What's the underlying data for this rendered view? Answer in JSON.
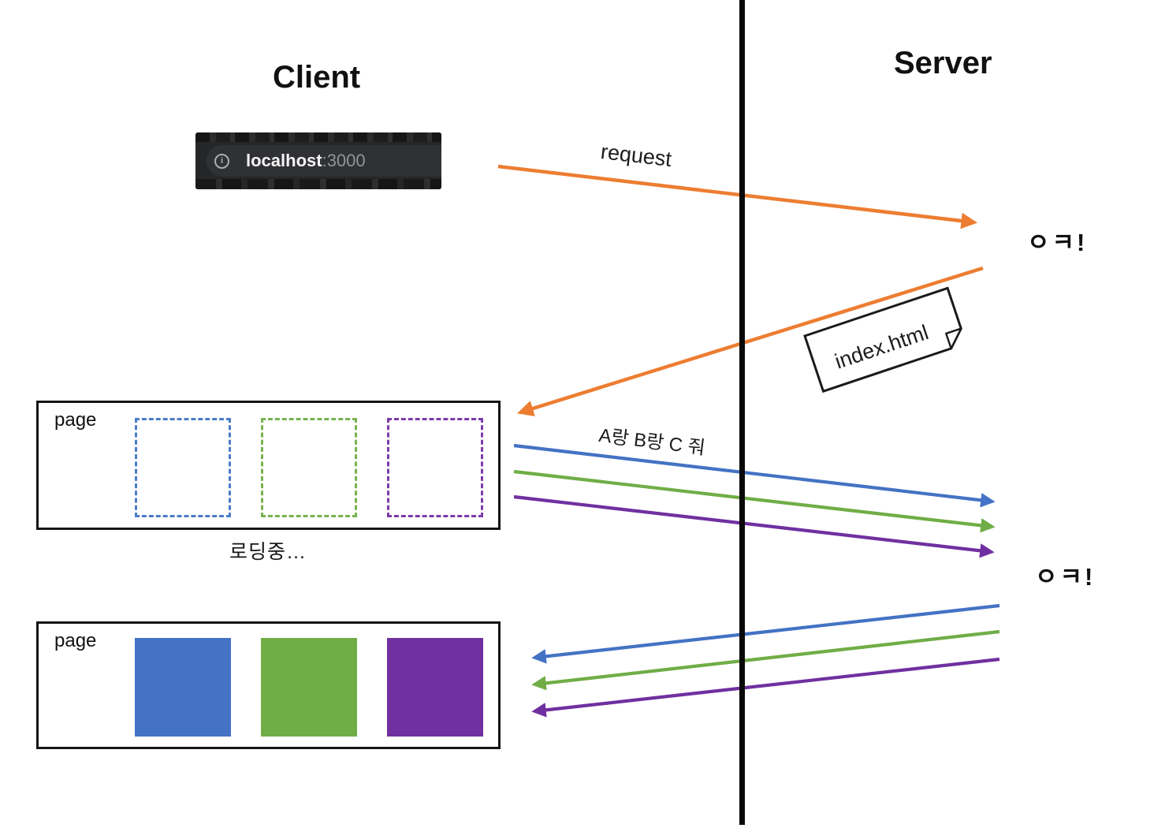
{
  "titles": {
    "client": "Client",
    "server": "Server"
  },
  "address_bar": {
    "host": "localhost",
    "port": ":3000",
    "icon": "info-icon"
  },
  "flow": {
    "request_label": "request",
    "ok_first": "ㅇㅋ!",
    "response_file_label": "index.html",
    "assets_request_label": "A랑 B랑 C 줘",
    "ok_second": "ㅇㅋ!"
  },
  "pages": {
    "loading": {
      "label": "page",
      "status": "로딩중…"
    },
    "loaded": {
      "label": "page"
    }
  },
  "colors": {
    "orange": "#ED7D31",
    "blue": "#4472C4",
    "green": "#70AD47",
    "purple": "#7030A0",
    "divider": "#000000"
  },
  "sequence": [
    {
      "step": 1,
      "direction": "client-to-server",
      "label": "request",
      "color": "#ED7D31"
    },
    {
      "step": 2,
      "direction": "server-to-client",
      "label": "index.html",
      "ack": "ㅇㅋ!",
      "color": "#ED7D31"
    },
    {
      "step": 3,
      "direction": "client-to-server",
      "label": "A랑 B랑 C 줘",
      "colors": [
        "#4472C4",
        "#70AD47",
        "#7030A0"
      ]
    },
    {
      "step": 4,
      "direction": "server-to-client",
      "ack": "ㅇㅋ!",
      "colors": [
        "#4472C4",
        "#70AD47",
        "#7030A0"
      ]
    }
  ]
}
